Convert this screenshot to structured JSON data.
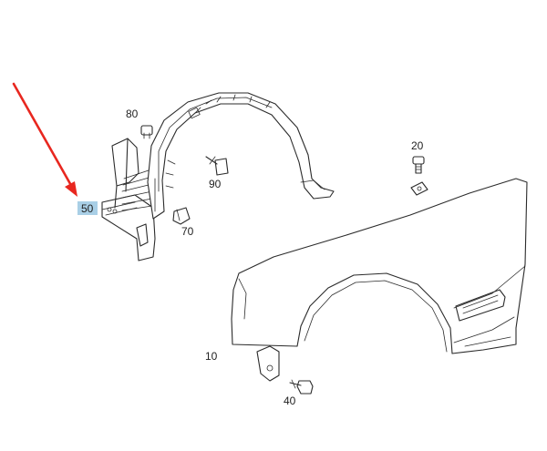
{
  "diagram": {
    "colors": {
      "line": "#2b2b2b",
      "highlight": "#a9cfe6",
      "arrow": "#e8271f",
      "background": "#ffffff"
    },
    "callouts": {
      "p10": "10",
      "p20": "20",
      "p40": "40",
      "p50": "50",
      "p70": "70",
      "p80": "80",
      "p90": "90"
    },
    "highlighted_callout": "50",
    "pointer_icon": "red-arrow-icon"
  }
}
